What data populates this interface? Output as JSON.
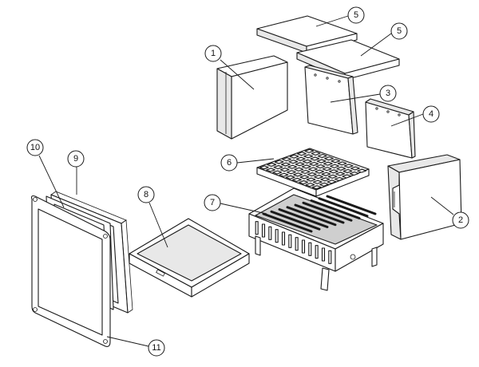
{
  "callouts": [
    {
      "label": "1"
    },
    {
      "label": "2"
    },
    {
      "label": "3"
    },
    {
      "label": "4"
    },
    {
      "label": "5"
    },
    {
      "label": "5"
    },
    {
      "label": "6"
    },
    {
      "label": "7"
    },
    {
      "label": "8"
    },
    {
      "label": "9"
    },
    {
      "label": "10"
    },
    {
      "label": "11"
    }
  ]
}
